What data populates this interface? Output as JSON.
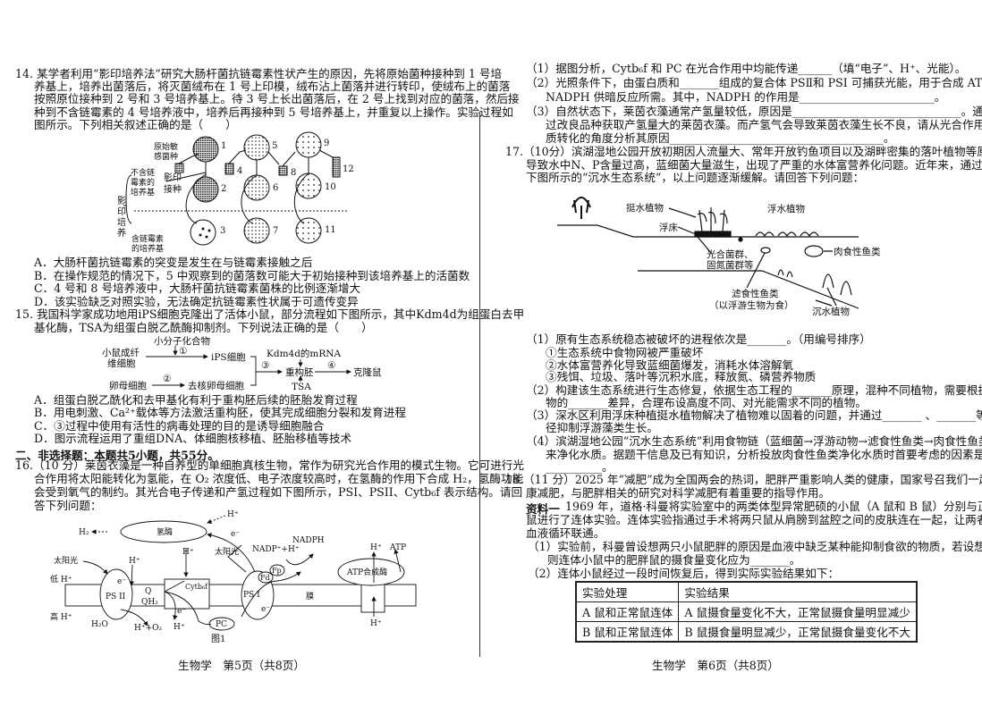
{
  "left_page": {
    "q14": {
      "lines": [
        "14. 某学者利用“影印培养法”研究大肠杆菌抗链霉素性状产生的原因，先将原始菌种接种到 1 号培",
        "养基上，培养出菌落后，将灭菌绒布在 1 号上印模，绒布沾上菌落并进行转印，使绒布上的菌落",
        "按照原位接种到 2 号和 3 号培养基上。待 3 号上长出菌落后，在 2 号上找到对应的菌落，然后接",
        "种到不含链霉素的 4 号培养液中，培养后再接种到 5 号培养基上，并重复以上操作。实验过程如",
        "图所示。下列相关叙述正确的是（　　）"
      ],
      "diagram": {
        "original_strain": [
          "原始敏",
          "感菌种"
        ],
        "no_strep_medium": [
          "不含链",
          "霉素的",
          "培养基"
        ],
        "replica_inoculation": [
          "影印",
          "接种"
        ],
        "replica_culture": [
          "影",
          "印",
          "培",
          "养"
        ],
        "strep_medium": [
          "含链霉素",
          "的培养基"
        ],
        "numbers": [
          "1",
          "2",
          "3",
          "4",
          "5",
          "6",
          "7",
          "8",
          "9",
          "10",
          "11",
          "12"
        ]
      },
      "options": [
        "A．大肠杆菌抗链霉素的突变是发生在与链霉素接触之后",
        "B．在操作规范的情况下，5 中观察到的菌落数可能大于初始接种到该培养基上的活菌数",
        "C．4 号和 8 号培养液中，大肠杆菌抗链霉素菌株的比例逐渐增大",
        "D．该实验缺乏对照实验，无法确定抗链霉素性状属于可遗传变异"
      ]
    },
    "q15": {
      "lines": [
        "15. 我国科学家成功地用iPS细胞克隆出了活体小鼠，部分流程如下图所示，其中Kdm4d为组蛋白去甲",
        "基化酶，TSA为组蛋白脱乙酰酶抑制剂。下列说法正确的是（　　）"
      ],
      "diagram": {
        "small_molecule": "小分子化合物",
        "fibroblast": [
          "小鼠成纤",
          "维细胞"
        ],
        "ips": "iPS细胞",
        "oocyte": "卵母细胞",
        "enucleated": "去核卵母细胞",
        "mrna": "Kdm4d的mRNA",
        "embryo": "重构胚",
        "tsa": "TSA",
        "clone": "克隆鼠",
        "steps": [
          "①",
          "②",
          "③",
          "④"
        ]
      },
      "options": [
        "A．组蛋白脱乙酰化和去甲基化有利于重构胚后续的胚胎发育过程",
        "B．用电刺激、Ca²⁺载体等方法激活重构胚，使其完成细胞分裂和发育进程",
        "C．③过程中使用有活性的病毒处理的目的是诱导细胞融合",
        "D．图示流程运用了重组DNA、体细胞核移植、胚胎移植等技术"
      ]
    },
    "section2": "二、非选择题：本题共5小题，共55分。",
    "q16": {
      "lines": [
        "16.（10 分）莱茵衣藻是一种自养型的单细胞真核生物，常作为研究光合作用的模式生物。它可进行光",
        "合作用将太阳能转化为氢能，在 O₂ 浓度低、电子浓度较高时，在氢酶的作用下合成 H₂，氢酶功能",
        "会受到氧气的制约。其光合电子传递和产氢过程如下图所示，PSI、PSII、Cytb₆f 表示结构。请回",
        "答下列问题："
      ],
      "diagram": {
        "h_top": "H⁺",
        "hydrogenase": "氢酶",
        "h2": "H₂",
        "sun1": "太阳光",
        "low_h": "低  H⁺",
        "high_h": "高  H⁺",
        "e1": "e⁻",
        "psii": "PS II",
        "h_in": "H⁺",
        "q": "Q",
        "qh2": "QH₂",
        "h_cyt": "H⁺",
        "cyt": "Cytb₆f",
        "e2": "e⁻",
        "h_down": "H⁺",
        "h2o": "H₂O",
        "h_o2": "H⁺+O₂",
        "pc": "PC",
        "sun2": "太阳光",
        "e3": "e⁻",
        "fd": "Fd",
        "fp": "Fp",
        "nadp": "NADP⁺+H⁺",
        "nadph": "NADPH",
        "psi": "PS I",
        "e4": "e⁻",
        "membrane": "膜",
        "h_atp_top": "H⁺",
        "atp": "ATP",
        "atp_synthase": "ATP合成酶",
        "h_atp_bottom": "H⁺",
        "caption": "图1"
      }
    },
    "footer": "生物学　第5页（共8页）"
  },
  "right_page": {
    "q16_subs": {
      "s1": [
        "（1）据图分析，Cytb₆f 和 PC 在光合作用中均能传递______（填“电子”、H⁺、光能）。"
      ],
      "s2": [
        "（2）光照条件下，由蛋白质和_______组成的复合体 PSⅡ和 PSI 可捕获光能，用于合成 ATP 和",
        "NADPH 供暗反应所需。其中，NADPH 的作用是________________________。"
      ],
      "s3": [
        "（3）自然状态下，莱茵衣藻通常产氢量较低，原因是______________________________。通",
        "过改良品种获取产氢量大的莱茵衣藻。而产氢气会导致莱茵衣藻生长不良，请从光合作用物",
        "质转化的角度分析其原因______________________________________。"
      ]
    },
    "q17": {
      "lines": [
        "17.（10分）滨湖湿地公园开放初期因人流量大、常年开放钓鱼项目以及湖畔密集的落叶植物等原因，",
        "导致水中N、P含量过高，蓝细菌大量滋生，出现了严重的水体富营养化问题。近年来，通过构建",
        "下图所示的“沉水生态系统”，以上问题逐渐缓解。请回答下列问题："
      ],
      "diagram": {
        "emergent": "挺水植物",
        "float_bed": "浮床",
        "floating": "浮水植物",
        "bacteria": [
          "光合菌群、",
          "固氮菌群等"
        ],
        "carnivore": "肉食性鱼类",
        "filter_fish": [
          "滤食性鱼类",
          "（以浮游生物为食）"
        ],
        "submerged": "沉水植物"
      },
      "s1": [
        "（1）原有生态系统稳态被破坏的进程依次是_______。（用编号排序）"
      ],
      "s1_items": [
        "①生态系统中食物网被严重破坏",
        "②水体富营养化导致蓝细菌爆发，消耗水体溶解氧",
        "③残饵、垃圾、落叶等沉积水底，释放氮、磷营养物质"
      ],
      "s2": [
        "（2）构建该生态系统进行生态修复，依据生态工程的_______原理，混种不同植物，需要根据植",
        "物的_______差异，合理布设高度不同、对光能需求不同的植物。"
      ],
      "s3": [
        "（3）深水区利用浮床种植挺水植物解决了植物难以固着的问题，并通过_______ 、_______等途",
        "径抑制浮游藻类生长。"
      ],
      "s4": [
        "（4）滨湖湿地公园“沉水生态系统”利用食物链（蓝细菌→浮游动物→滤食性鱼类→肉食性鱼类）",
        "来净化水质。据题干信息及已有知识，分析投放肉食性鱼类净化水质时首要考虑的因素是",
        "__________。"
      ]
    },
    "q18": {
      "lines": [
        "18.（11 分）2025 年“减肥”成为全国两会的热词，肥胖严重影响人类的健康，国家号召我们一起健",
        "康减肥，与肥胖相关的研究对科学减肥有着重要的指导作用。"
      ],
      "material_label": "资料一",
      "material": [
        "1969 年，道格·科曼将实验室中的两类体型异常肥硕的小鼠（A 鼠和 B 鼠）分别与正常",
        "鼠进行了连体实验。连体实验指通过手术将两只鼠从肩膀到盆腔之间的皮肤连在一起，让两者的",
        "血液循环联通。"
      ],
      "s1": [
        "（1）实验前，科曼曾设想两只小鼠肥胖的原因是血液中缺乏某种能抑制食欲的物质，若设想成立，",
        "则连体小鼠中的肥胖鼠的摄食量变化应为_______。"
      ],
      "s2": [
        "（2）连体小鼠经过一段时间恢复后，得到实际实验结果如下："
      ],
      "table": {
        "headers": [
          "实验处理",
          "实验结果"
        ],
        "rows": [
          [
            "A 鼠和正常鼠连体",
            "A 鼠摄食量变化不大，正常鼠摄食量明显减少"
          ],
          [
            "B 鼠和正常鼠连体",
            "B 鼠摄食量明显减少，正常鼠摄食量变化不大"
          ]
        ]
      }
    },
    "footer": "生物学　第6页（共8页）"
  }
}
